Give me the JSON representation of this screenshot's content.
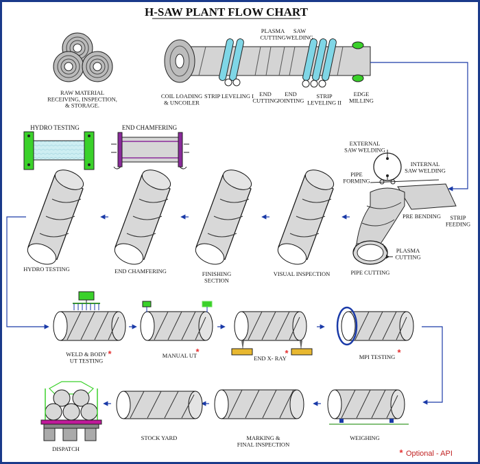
{
  "title": "H-SAW PLANT FLOW CHART",
  "stages": {
    "raw_material": [
      "RAW MATERIAL",
      "RECEIVING, INSPECTION,",
      "& STORAGE."
    ],
    "coil_loading": [
      "COIL LOADING",
      "& UNCOILER"
    ],
    "strip_leveling_1": [
      "STRIP LEVELING I"
    ],
    "plasma_cutting_top": [
      "PLASMA",
      "CUTTING"
    ],
    "saw_welding": [
      "SAW",
      "WELDING"
    ],
    "end_cutting": [
      "END",
      "CUTTING"
    ],
    "end_jointing": [
      "END",
      "JOINTING"
    ],
    "strip_leveling_2": [
      "STRIP",
      "LEVELING II"
    ],
    "edge_milling": [
      "EDGE",
      "MILLING"
    ],
    "hydro_testing_top": [
      "HYDRO TESTING"
    ],
    "end_chamfering_top": [
      "END CHAMFERING"
    ],
    "external_saw_welding": [
      "EXTERNAL",
      "SAW WELDING"
    ],
    "internal_saw_welding": [
      "INTERNAL",
      "SAW WELDING"
    ],
    "pipe_forming": [
      "PIPE",
      "FORMING"
    ],
    "pre_bending": [
      "PRE BENDING"
    ],
    "strip_feeding": [
      "STRIP",
      "FEEDING"
    ],
    "plasma_cutting_side": [
      "PLASMA",
      "CUTTING"
    ],
    "pipe_cutting": [
      "PIPE CUTTING"
    ],
    "visual_inspection": [
      "VISUAL INSPECTION"
    ],
    "finishing_section": [
      "FINISHING",
      "SECTION"
    ],
    "end_chamfering": [
      "END CHAMFERING"
    ],
    "hydro_testing": [
      "HYDRO TESTING"
    ],
    "weld_body_ut": [
      "WELD & BODY",
      "UT TESTING"
    ],
    "manual_ut": [
      "MANUAL UT"
    ],
    "end_xray": [
      "END X- RAY"
    ],
    "mpi_testing": [
      "MPI TESTING"
    ],
    "weighing": [
      "WEIGHING"
    ],
    "marking": [
      "MARKING &",
      "FINAL INSPECTION"
    ],
    "stock_yard": [
      "STOCK YARD"
    ],
    "dispatch": [
      "DISPATCH"
    ]
  },
  "optional_star": "*",
  "legend": {
    "symbol": "*",
    "text": "Optional - API"
  },
  "colors": {
    "border": "#1a3a8a",
    "flow_line": "#1a3aa8",
    "pipe_fill": "#d8d8d8",
    "roller_cyan": "#7fd6e6",
    "equipment_green": "#3ad12a",
    "chamfer_purple": "#8a2a9a",
    "xray_yellow": "#e8b830",
    "star_red": "#e53030"
  }
}
